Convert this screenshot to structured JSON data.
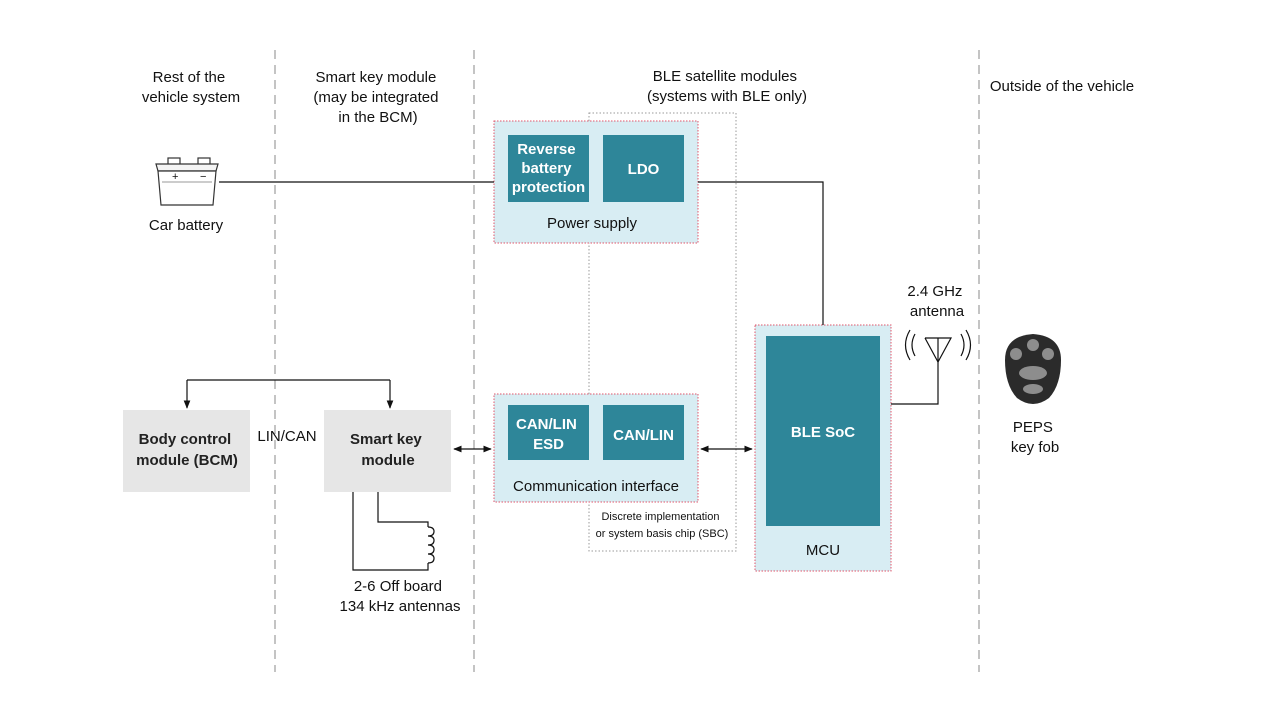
{
  "columns": {
    "rest": [
      "Rest of the",
      "vehicle system"
    ],
    "smart": [
      "Smart key module",
      "(may be integrated",
      "in the BCM)"
    ],
    "ble": [
      "BLE satellite modules",
      "(systems with BLE only)"
    ],
    "outside": [
      "Outside of the vehicle"
    ]
  },
  "car_battery": "Car battery",
  "power_supply": {
    "reverse": [
      "Reverse",
      "battery",
      "protection"
    ],
    "ldo": "LDO",
    "label": "Power supply"
  },
  "antenna_label": [
    "2.4 GHz",
    "antenna"
  ],
  "bcm": [
    "Body control",
    "module (BCM)"
  ],
  "lin_can": "LIN/CAN",
  "smart_key": [
    "Smart key",
    "module"
  ],
  "comm": {
    "esd": [
      "CAN/LIN",
      "ESD"
    ],
    "canlin": "CAN/LIN",
    "label": "Communication interface"
  },
  "sbc_note": [
    "Discrete implementation",
    "or system basis chip (SBC)"
  ],
  "ble_soc": "BLE SoC",
  "mcu": "MCU",
  "key_fob": [
    "PEPS",
    "key fob"
  ],
  "offboard": [
    "2-6 Off board",
    "134 kHz antennas"
  ],
  "colors": {
    "teal": "#2e8699",
    "light_blue": "#d8edf3",
    "gray_box": "#e6e6e6",
    "dotted_red": "#e0566b",
    "divider": "#888888"
  }
}
